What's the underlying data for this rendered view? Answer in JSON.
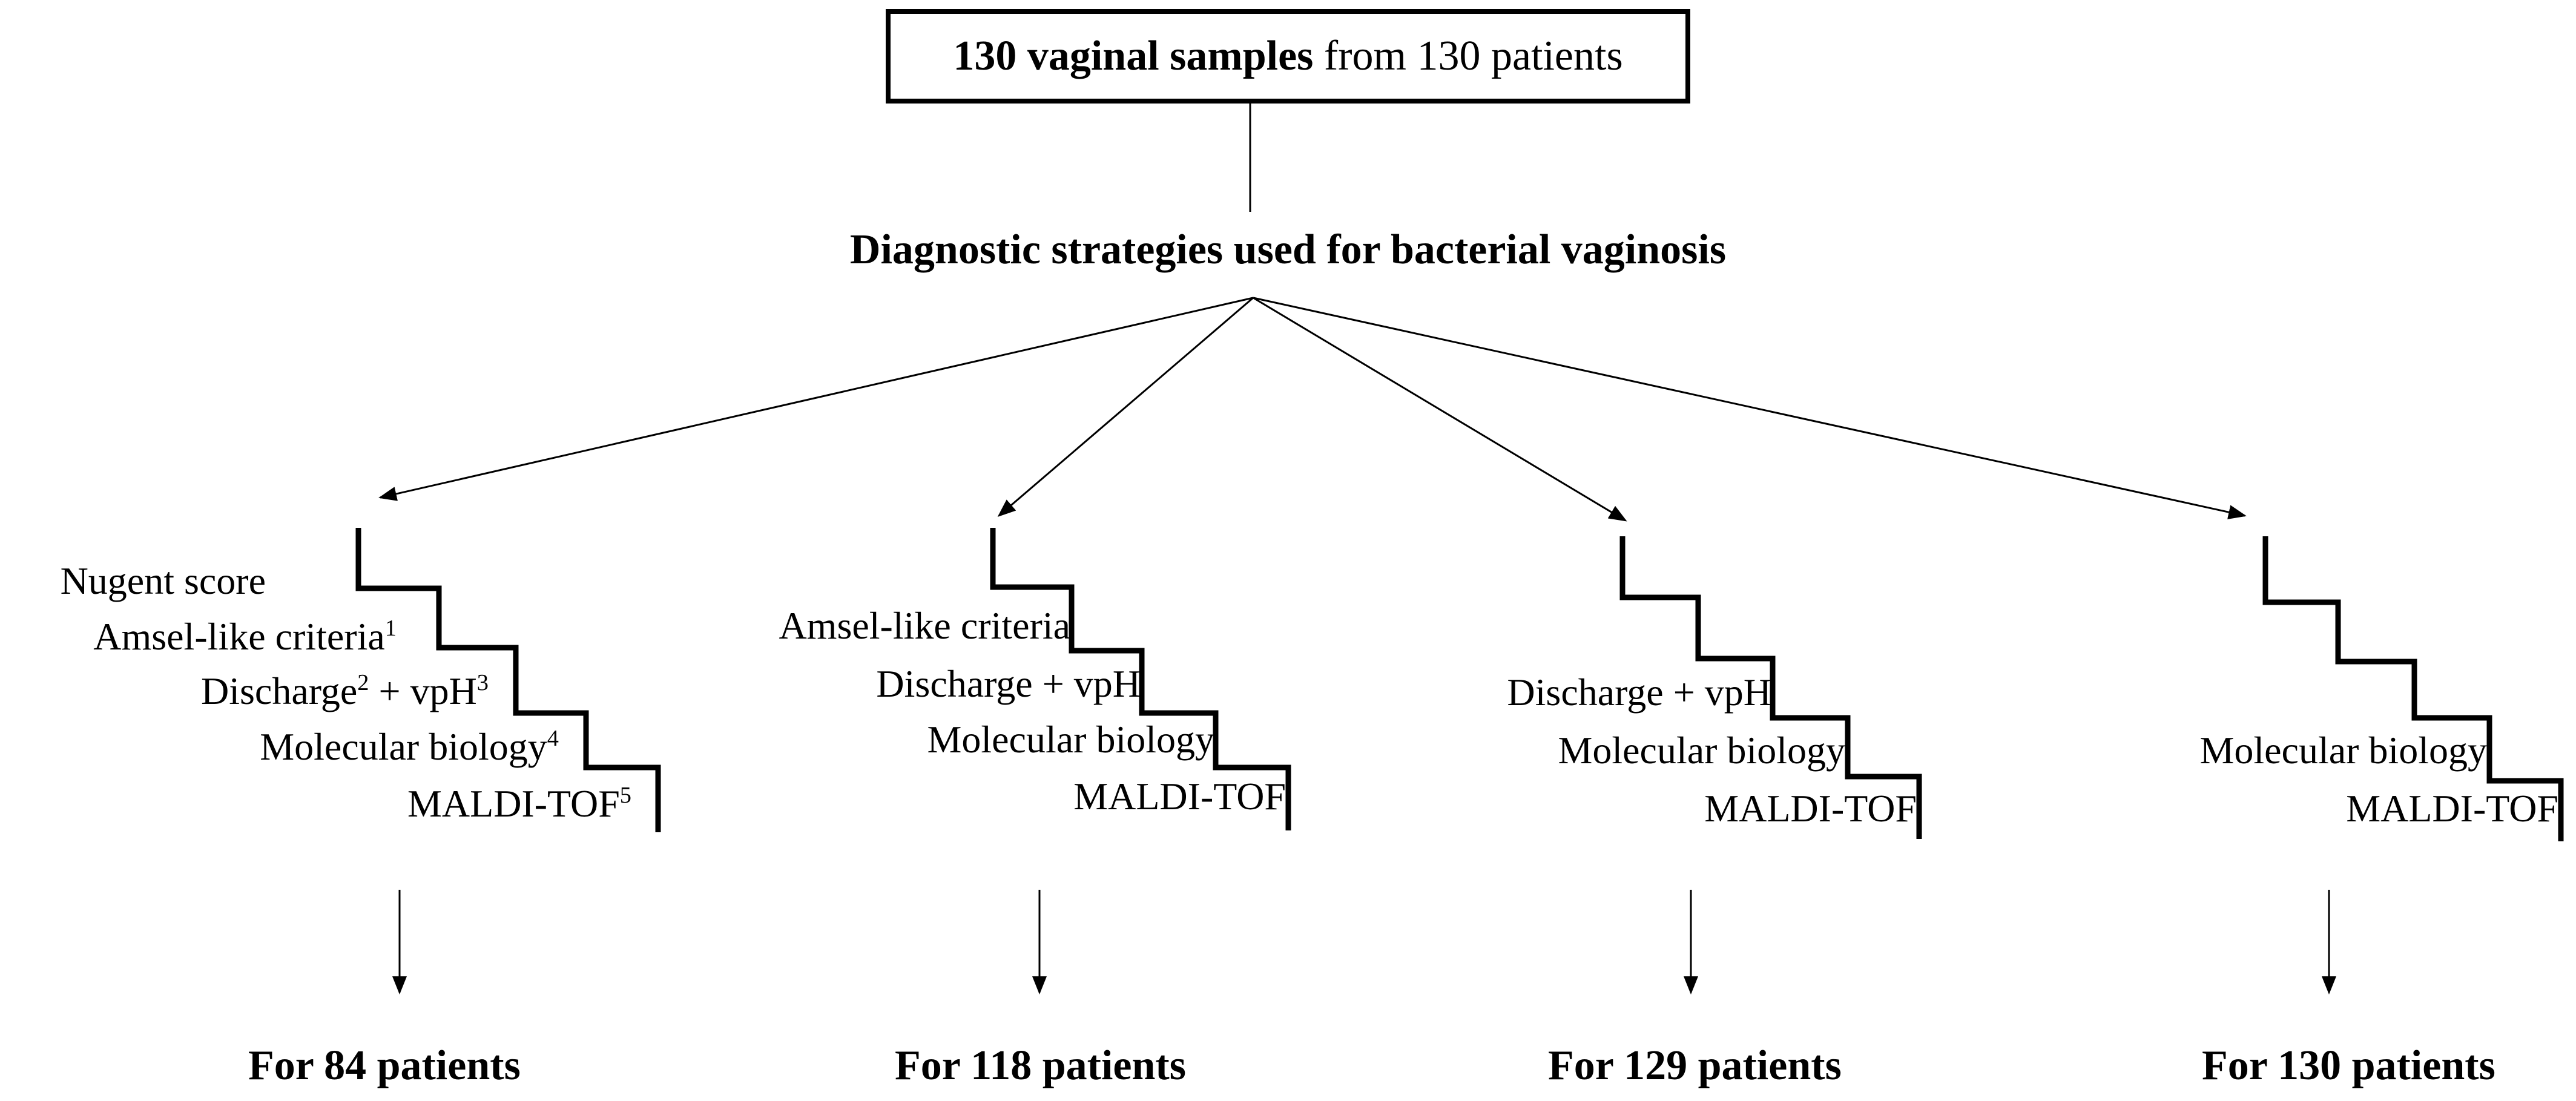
{
  "top_box": {
    "bold_part": "130 vaginal samples",
    "rest": " from 130 patients"
  },
  "heading": "Diagnostic strategies used for bacterial vaginosis",
  "strategies": [
    {
      "criteria": [
        {
          "text": "Nugent score",
          "sup": ""
        },
        {
          "text": "Amsel-like criteria",
          "sup": "1"
        },
        {
          "text": "Discharge",
          "sup": "2",
          "text2": " + vpH",
          "sup2": "3"
        },
        {
          "text": "Molecular biology",
          "sup": "4"
        },
        {
          "text": "MALDI-TOF",
          "sup": "5"
        }
      ],
      "result": "For 84 patients"
    },
    {
      "criteria": [
        {
          "text": "Amsel-like criteria"
        },
        {
          "text": "Discharge + vpH"
        },
        {
          "text": "Molecular biology"
        },
        {
          "text": "MALDI-TOF"
        }
      ],
      "result": "For 118 patients"
    },
    {
      "criteria": [
        {
          "text": "Discharge + vpH"
        },
        {
          "text": "Molecular biology"
        },
        {
          "text": "MALDI-TOF"
        }
      ],
      "result": "For 129 patients"
    },
    {
      "criteria": [
        {
          "text": "Molecular biology"
        },
        {
          "text": "MALDI-TOF"
        }
      ],
      "result": "For 130 patients"
    }
  ]
}
